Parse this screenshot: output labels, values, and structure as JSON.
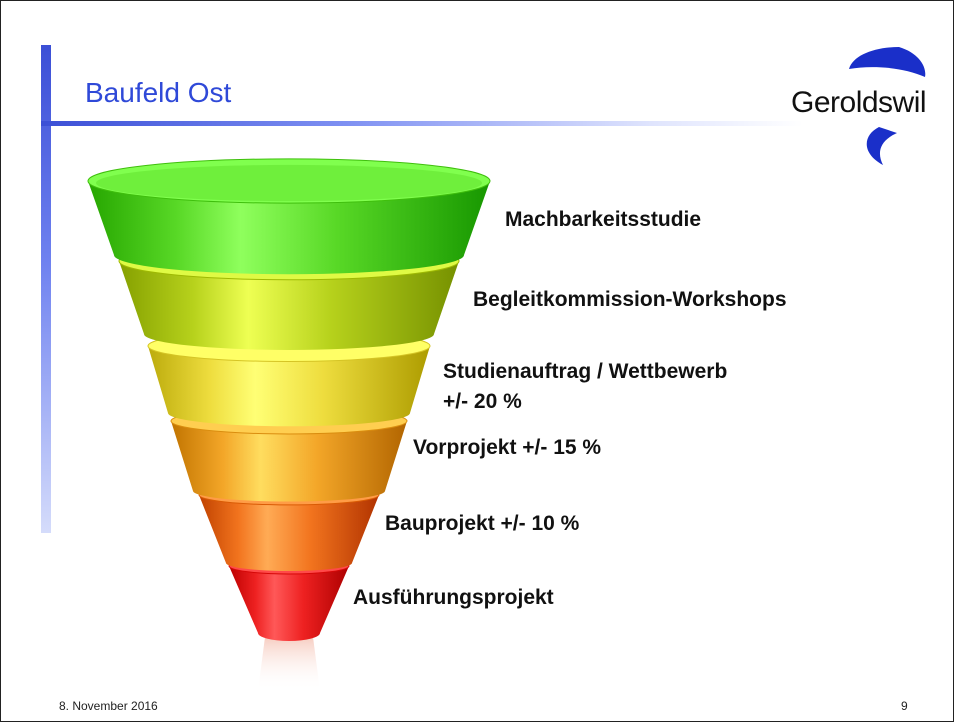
{
  "slide": {
    "title": "Baufeld Ost",
    "logo_text": "Geroldswil",
    "date": "8. November 2016",
    "page_number": "9"
  },
  "colors": {
    "title": "#2f49d8",
    "accent_bar": "#3b4fd6",
    "logo_swoosh": "#1a2fc9"
  },
  "stages": [
    {
      "label": "Machbarkeitsstudie",
      "sublabel": "",
      "color": "#58d826"
    },
    {
      "label": "Begleitkommission-Workshops",
      "sublabel": "",
      "color": "#b7d21c"
    },
    {
      "label": "Studienauftrag / Wettbewerb",
      "sublabel": "+/- 20 %",
      "color": "#eedd3e"
    },
    {
      "label": "Vorprojekt +/- 15 %",
      "sublabel": "",
      "color": "#f3a628"
    },
    {
      "label": "Bauprojekt +/- 10 %",
      "sublabel": "",
      "color": "#f2741e"
    },
    {
      "label": "Ausführungsprojekt",
      "sublabel": "",
      "color": "#ee2121"
    }
  ]
}
